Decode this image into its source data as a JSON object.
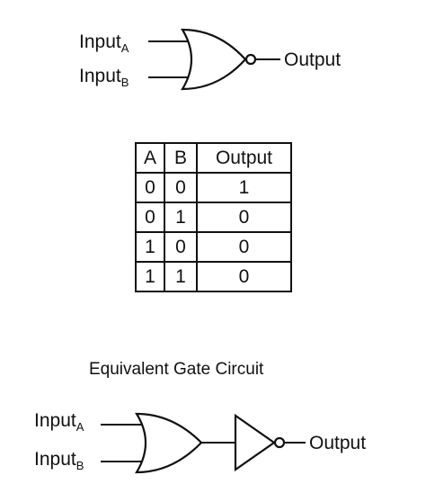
{
  "top_diagram": {
    "input_a": {
      "text": "Input",
      "sub": "A"
    },
    "input_b": {
      "text": "Input",
      "sub": "B"
    },
    "output": "Output",
    "gate": "nor-gate-symbol"
  },
  "truth_table": {
    "headers": [
      "A",
      "B",
      "Output"
    ],
    "rows": [
      [
        "0",
        "0",
        "1"
      ],
      [
        "0",
        "1",
        "0"
      ],
      [
        "1",
        "0",
        "0"
      ],
      [
        "1",
        "1",
        "0"
      ]
    ]
  },
  "bottom_diagram": {
    "caption": "Equivalent Gate Circuit",
    "input_a": {
      "text": "Input",
      "sub": "A"
    },
    "input_b": {
      "text": "Input",
      "sub": "B"
    },
    "output": "Output",
    "gates": [
      "or-gate-symbol",
      "not-gate-symbol"
    ]
  }
}
